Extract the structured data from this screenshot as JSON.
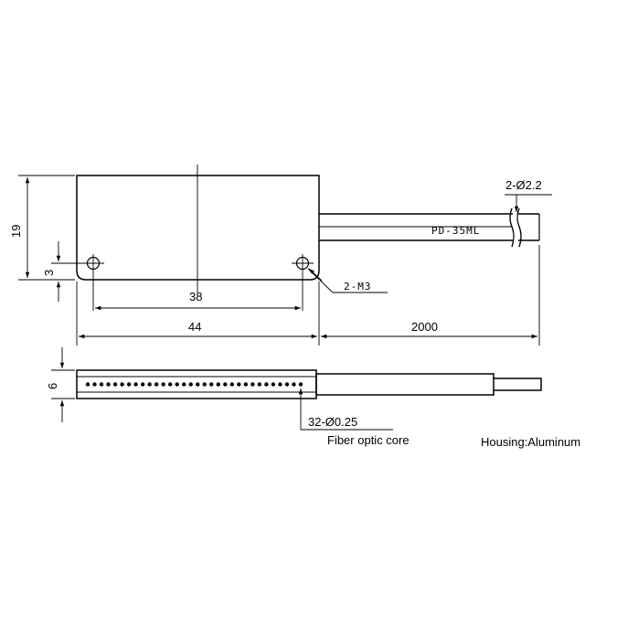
{
  "top_view": {
    "height_dim": "19",
    "hole_offset_dim": "3",
    "hole_spacing_dim": "38",
    "width_dim": "44",
    "cable_length_dim": "2000",
    "hole_callout": "2-M3",
    "cable_callout": "2-Ø2.2",
    "cable_label": "PD-35ML"
  },
  "side_view": {
    "thickness_dim": "6",
    "core_callout": "32-Ø0.25",
    "core_label": "Fiber optic core",
    "core_count": 32
  },
  "notes": {
    "housing": "Housing:Aluminum"
  }
}
